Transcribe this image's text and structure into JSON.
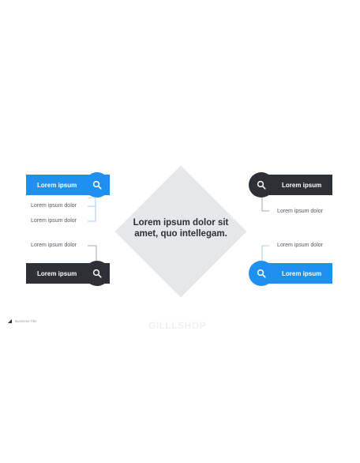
{
  "center": {
    "text": "Lorem ipsum dolor sit amet, quo intellegam."
  },
  "items": {
    "top_left": {
      "label": "Lorem ipsum",
      "color": "#1f8ff0",
      "icon": "search-icon",
      "notes": [
        "Lorem ipsum dolor",
        "Lorem ipsum dolor"
      ]
    },
    "bottom_left": {
      "label": "Lorem ipsum",
      "color": "#2d3035",
      "icon": "search-icon",
      "notes": [
        "Lorem ipsum dolor"
      ]
    },
    "top_right": {
      "label": "Lorem ipsum",
      "color": "#2d3035",
      "icon": "search-icon",
      "notes": [
        "Lorem ipsum dolor"
      ]
    },
    "bottom_right": {
      "label": "Lorem ipsum",
      "color": "#1f8ff0",
      "icon": "search-icon",
      "notes": [
        "Lorem ipsum dolor"
      ]
    }
  },
  "footer": {
    "business_title": "Business Title",
    "watermark": "GILLLSHOP"
  },
  "colors": {
    "accent_blue": "#1f8ff0",
    "dark": "#2d3035",
    "diamond": "#e5e7ea",
    "connector": "#8fbfe8"
  }
}
